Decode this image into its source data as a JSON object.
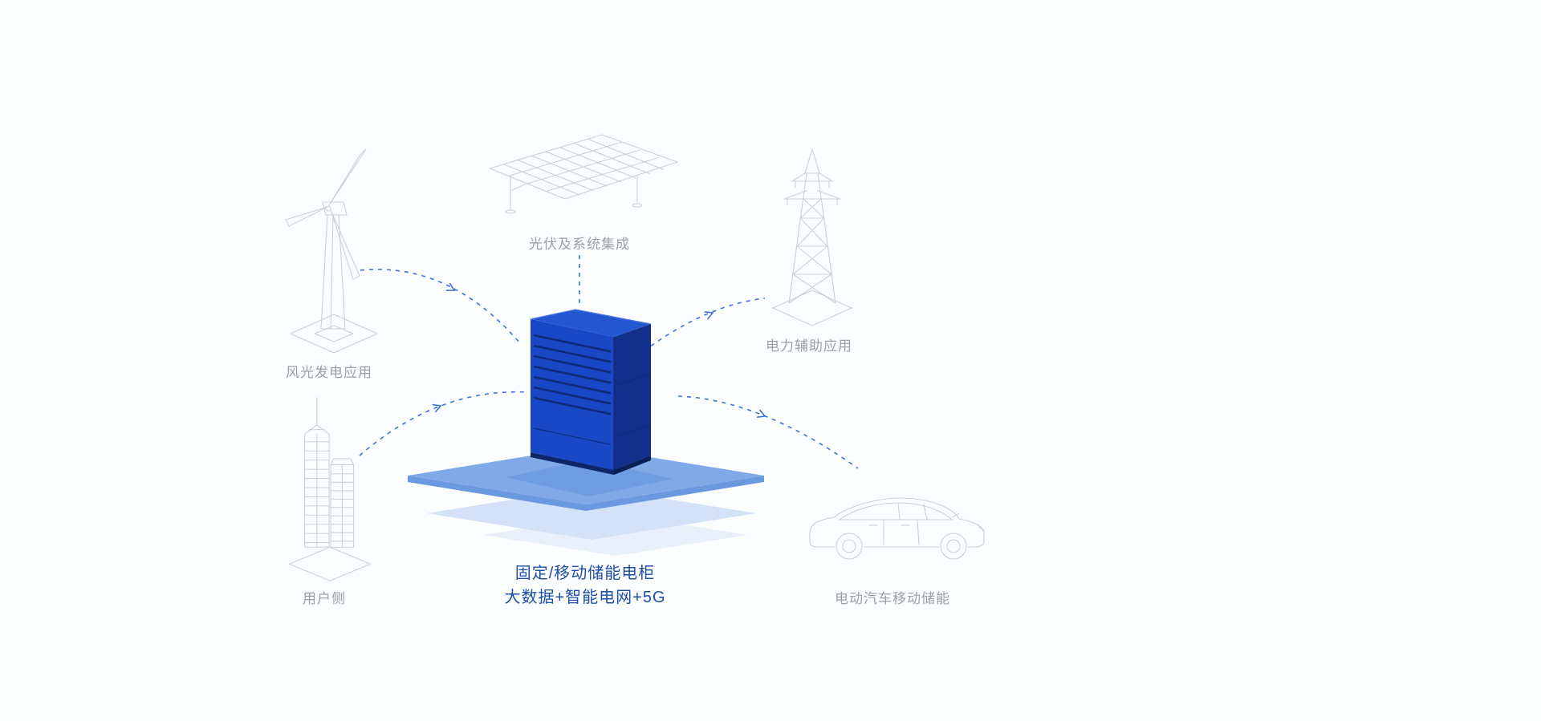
{
  "page": {
    "background": "#fcfdfe"
  },
  "colors": {
    "arrow_blue": "#3a74d9",
    "label_gray": "#9b9fa6",
    "caption_blue": "#1d4fa8",
    "lineart_gray": "#ccd0d6",
    "cabinet_top": "#2456d2",
    "cabinet_front": "#1a47c6",
    "cabinet_side": "#112f8b",
    "platform_top": "#7fa9e7",
    "platform_mid": "#d4e2f7",
    "platform_bottom": "#eaf0fb"
  },
  "diagram": {
    "nodes": {
      "wind": {
        "label": "风光发电应用"
      },
      "solar": {
        "label": "光伏及系统集成"
      },
      "power": {
        "label": "电力辅助应用"
      },
      "user": {
        "label": "用户侧"
      },
      "ev": {
        "label": "电动汽车移动储能"
      }
    },
    "center": {
      "caption_line1": "固定/移动储能电柜",
      "caption_line2": "大数据+智能电网+5G"
    }
  }
}
